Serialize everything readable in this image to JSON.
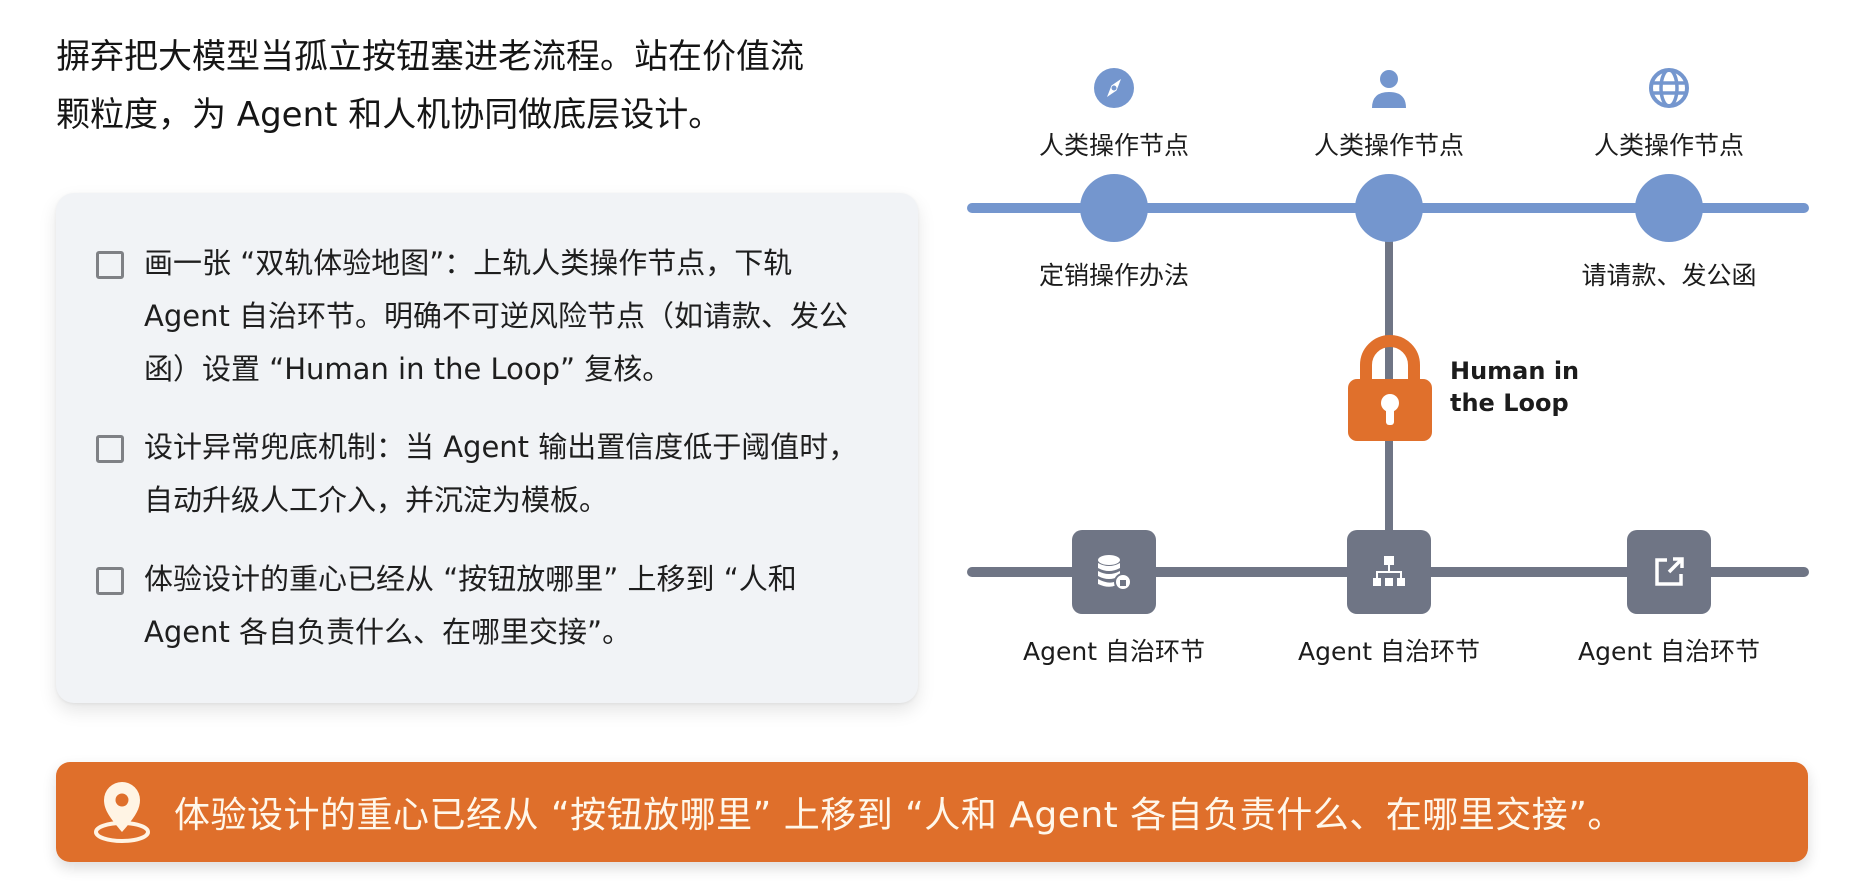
{
  "headline": {
    "line1": "摒弃把大模型当孤立按钮塞进老流程。站在价值流",
    "line2": "颗粒度，为 Agent 和人机协同做底层设计。"
  },
  "checklist": {
    "items": [
      {
        "checked": false,
        "text": "画一张 “双轨体验地图”：上轨人类操作节点，下轨 Agent 自治环节。明确不可逆风险节点（如请款、发公函）设置 “Human in the Loop” 复核。"
      },
      {
        "checked": false,
        "text": "设计异常兜底机制：当 Agent 输出置信度低于阈值时，自动升级人工介入，并沉淀为模板。"
      },
      {
        "checked": false,
        "text": "体验设计的重心已经从 “按钮放哪里” 上移到 “人和 Agent 各自负责什么、在哪里交接”。"
      }
    ]
  },
  "diagram": {
    "top_rail": {
      "color": "#7496ce",
      "nodes": [
        {
          "icon": "compass-icon",
          "label": "人类操作节点",
          "sublabel": "定销操作办法"
        },
        {
          "icon": "user-icon",
          "label": "人类操作节点",
          "sublabel": ""
        },
        {
          "icon": "globe-icon",
          "label": "人类操作节点",
          "sublabel": "请请款、发公函"
        }
      ]
    },
    "checkpoint": {
      "icon": "lock-icon",
      "color": "#e0702c",
      "label_line1": "Human in",
      "label_line2": "the Loop"
    },
    "bottom_rail": {
      "color": "#6f7585",
      "nodes": [
        {
          "icon": "database-lock-icon",
          "label": "Agent 自治环节"
        },
        {
          "icon": "hierarchy-icon",
          "label": "Agent 自治环节"
        },
        {
          "icon": "external-link-icon",
          "label": "Agent 自治环节"
        }
      ]
    }
  },
  "banner": {
    "icon": "location-pin-icon",
    "color": "#df6f2b",
    "text": "体验设计的重心已经从 “按钮放哪里” 上移到 “人和 Agent 各自负责什么、在哪里交接”。"
  }
}
